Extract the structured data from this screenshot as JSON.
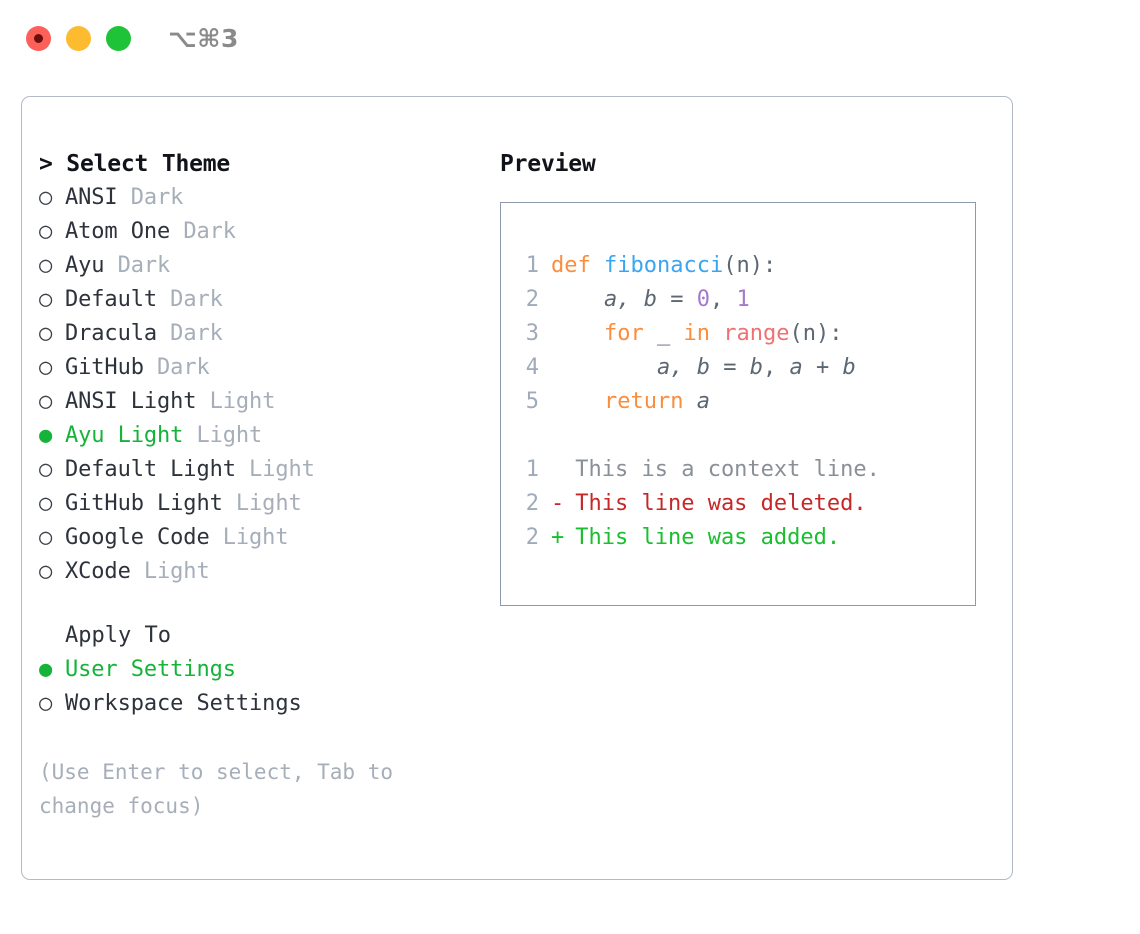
{
  "titlebar": {
    "shortcut": "⌥⌘3",
    "buttons": [
      {
        "name": "close-button",
        "color": "#fc6058"
      },
      {
        "name": "minimize-button",
        "color": "#fdbc30"
      },
      {
        "name": "maximize-button",
        "color": "#1ec338"
      }
    ]
  },
  "theme_picker": {
    "header": "> Select Theme",
    "selected_marker": "●",
    "unselected_marker": "○",
    "accent_color": "#16b33a",
    "items": [
      {
        "label": "ANSI",
        "tag": "Dark",
        "selected": false
      },
      {
        "label": "Atom One",
        "tag": "Dark",
        "selected": false
      },
      {
        "label": "Ayu",
        "tag": "Dark",
        "selected": false
      },
      {
        "label": "Default",
        "tag": "Dark",
        "selected": false
      },
      {
        "label": "Dracula",
        "tag": "Dark",
        "selected": false
      },
      {
        "label": "GitHub",
        "tag": "Dark",
        "selected": false
      },
      {
        "label": "ANSI Light",
        "tag": "Light",
        "selected": false
      },
      {
        "label": "Ayu Light",
        "tag": "Light",
        "selected": true
      },
      {
        "label": "Default Light",
        "tag": "Light",
        "selected": false
      },
      {
        "label": "GitHub Light",
        "tag": "Light",
        "selected": false
      },
      {
        "label": "Google Code",
        "tag": "Light",
        "selected": false
      },
      {
        "label": "XCode",
        "tag": "Light",
        "selected": false
      }
    ]
  },
  "apply_to": {
    "header": "Apply To",
    "items": [
      {
        "label": "User Settings",
        "selected": true
      },
      {
        "label": "Workspace Settings",
        "selected": false
      }
    ]
  },
  "hint": "(Use Enter to select, Tab to change focus)",
  "preview": {
    "title": "Preview",
    "code_lines": [
      {
        "number": "1",
        "tokens": [
          {
            "text": "def ",
            "type": "kw"
          },
          {
            "text": "fibonacci",
            "type": "fn"
          },
          {
            "text": "(n):",
            "type": "punct"
          }
        ]
      },
      {
        "number": "2",
        "tokens": [
          {
            "text": "    ",
            "type": "punct"
          },
          {
            "text": "a, b",
            "type": "var"
          },
          {
            "text": " = ",
            "type": "punct"
          },
          {
            "text": "0",
            "type": "num"
          },
          {
            "text": ", ",
            "type": "punct"
          },
          {
            "text": "1",
            "type": "num"
          }
        ]
      },
      {
        "number": "3",
        "tokens": [
          {
            "text": "    ",
            "type": "punct"
          },
          {
            "text": "for",
            "type": "kw"
          },
          {
            "text": " _ ",
            "type": "punct"
          },
          {
            "text": "in",
            "type": "kw"
          },
          {
            "text": " ",
            "type": "punct"
          },
          {
            "text": "range",
            "type": "bi"
          },
          {
            "text": "(n):",
            "type": "punct"
          }
        ]
      },
      {
        "number": "4",
        "tokens": [
          {
            "text": "        ",
            "type": "punct"
          },
          {
            "text": "a, b",
            "type": "var"
          },
          {
            "text": " = ",
            "type": "punct"
          },
          {
            "text": "b",
            "type": "var"
          },
          {
            "text": ", ",
            "type": "punct"
          },
          {
            "text": "a",
            "type": "var"
          },
          {
            "text": " + ",
            "type": "punct"
          },
          {
            "text": "b",
            "type": "var"
          }
        ]
      },
      {
        "number": "5",
        "tokens": [
          {
            "text": "    ",
            "type": "punct"
          },
          {
            "text": "return",
            "type": "kw"
          },
          {
            "text": " ",
            "type": "punct"
          },
          {
            "text": "a",
            "type": "var"
          }
        ]
      }
    ],
    "diff_lines": [
      {
        "number": "1",
        "sign": " ",
        "text": "This is a context line.",
        "type": "context"
      },
      {
        "number": "2",
        "sign": "-",
        "text": "This line was deleted.",
        "type": "deleted"
      },
      {
        "number": "2",
        "sign": "+",
        "text": "This line was added.",
        "type": "added"
      }
    ],
    "colors": {
      "keyword": "#fa8d3e",
      "function": "#3aa5f0",
      "number": "#a37acc",
      "builtin": "#f07171",
      "variable": "#5c6773",
      "line_number": "#a0aab8",
      "diff_context": "#8a8f98",
      "diff_deleted": "#c62828",
      "diff_added": "#19bf2e"
    }
  }
}
